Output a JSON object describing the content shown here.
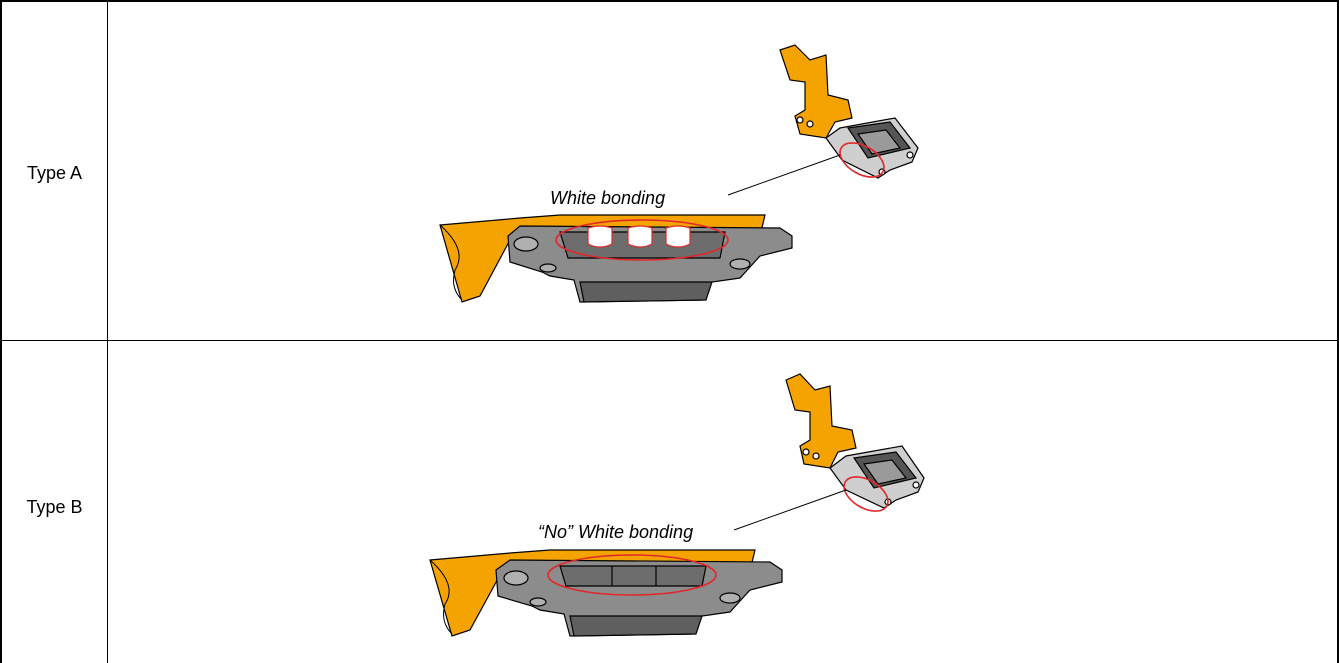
{
  "rows": [
    {
      "label": "Type A",
      "caption": "White bonding"
    },
    {
      "label": "Type B",
      "caption": "“No” White bonding"
    }
  ],
  "colors": {
    "flex_cable": "#f5a300",
    "housing": "#8c8c8c",
    "housing_dark": "#5f5f5f",
    "highlight": "#e0282b",
    "outline": "#000000"
  }
}
